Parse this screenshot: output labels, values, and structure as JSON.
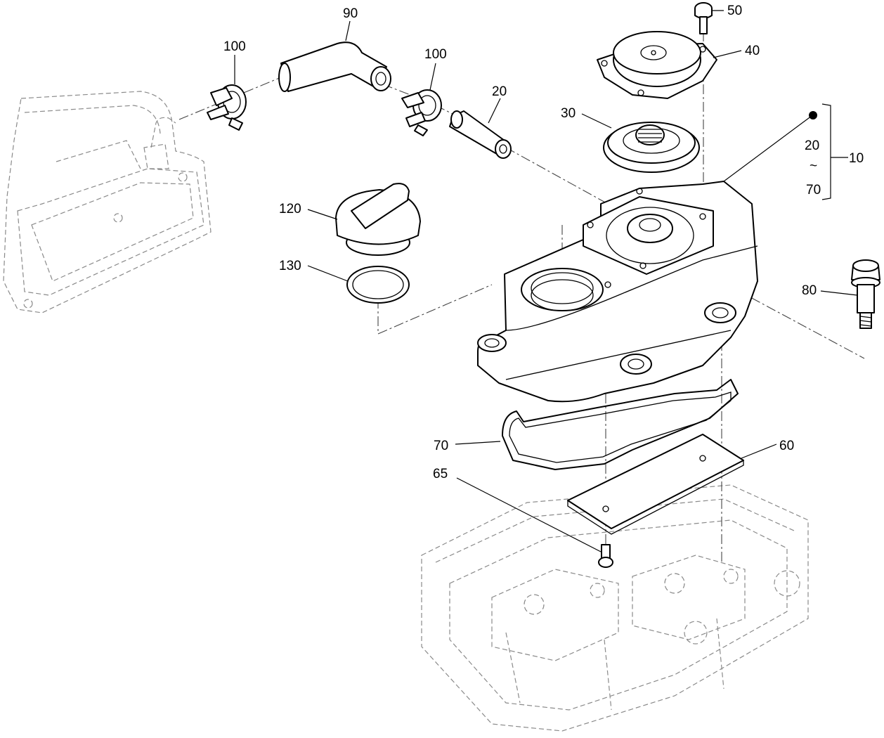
{
  "callouts": {
    "c10": "10",
    "c20": "20",
    "c20b": "20",
    "tilde": "~",
    "c70b": "70",
    "c30": "30",
    "c40": "40",
    "c50": "50",
    "c60": "60",
    "c65": "65",
    "c70": "70",
    "c80": "80",
    "c90": "90",
    "c100a": "100",
    "c100b": "100",
    "c120": "120",
    "c130": "130"
  }
}
